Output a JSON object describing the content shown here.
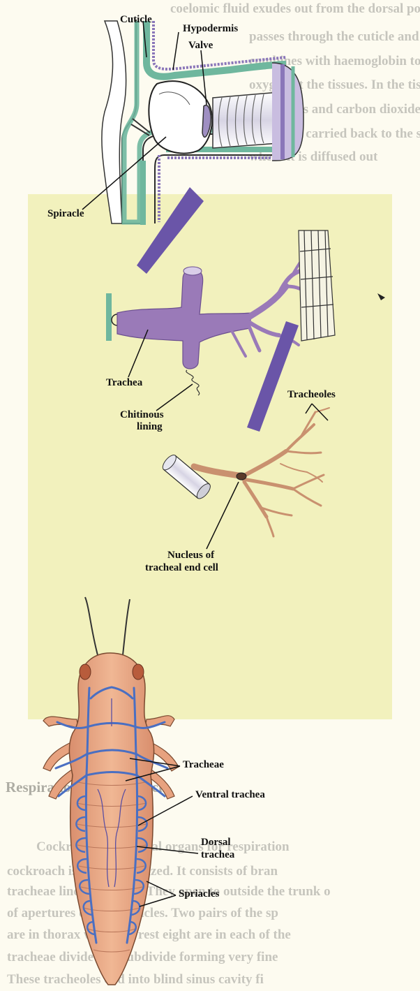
{
  "background_text": {
    "top_lines": [
      "coelomic fluid exudes out from the dorsal pores",
      "passes through the cuticle and epidermal cells in",
      "combines with haemoglobin to form oxyhaemog",
      "oxygen at the tissues. In the tissues, blood d",
      "tissue cells and carbon dioxide through the tiss",
      "dioxide is carried back to the skin by the blood a",
      "where it is diffused out"
    ],
    "heading": "Respiration in Cockroach",
    "bottom_lines": [
      "Cockroach has special organs for respiration",
      "cockroach is very specialized. It consists of bran",
      "tracheae lined by chitin. They open to outside the trunk o",
      "of apertures called spiracles. Two pairs of the sp",
      "are in thorax while the rest eight are in each of the",
      "tracheae divide and subdivide forming very fine",
      "These tracheoles end into blind sinus cavity fi"
    ]
  },
  "labels": {
    "cuticle": "Cuticle",
    "hypodermis": "Hypodermis",
    "valve": "Valve",
    "spiracle": "Spiracle",
    "trachea": "Trachea",
    "chitinous_lining_1": "Chitinous",
    "chitinous_lining_2": "lining",
    "tracheoles": "Tracheoles",
    "nucleus_1": "Nucleus of",
    "nucleus_2": "tracheal end cell",
    "tracheae": "Tracheae",
    "ventral_trachea": "Ventral trachea",
    "dorsal_trachea_1": "Dorsal",
    "dorsal_trachea_2": "trachea",
    "spriacles": "Spriacles"
  },
  "colors": {
    "panel": "#f1f0b8",
    "wall_green": "#6fb79e",
    "hypodermis_purple": "#8a76b9",
    "trachea_violet": "#9a7ab8",
    "tracheole_brown": "#c9916f",
    "insect_body": "#e7a27f",
    "insect_trachea_blue": "#4a6fc2",
    "arrow_fill": "#6a55a8"
  }
}
